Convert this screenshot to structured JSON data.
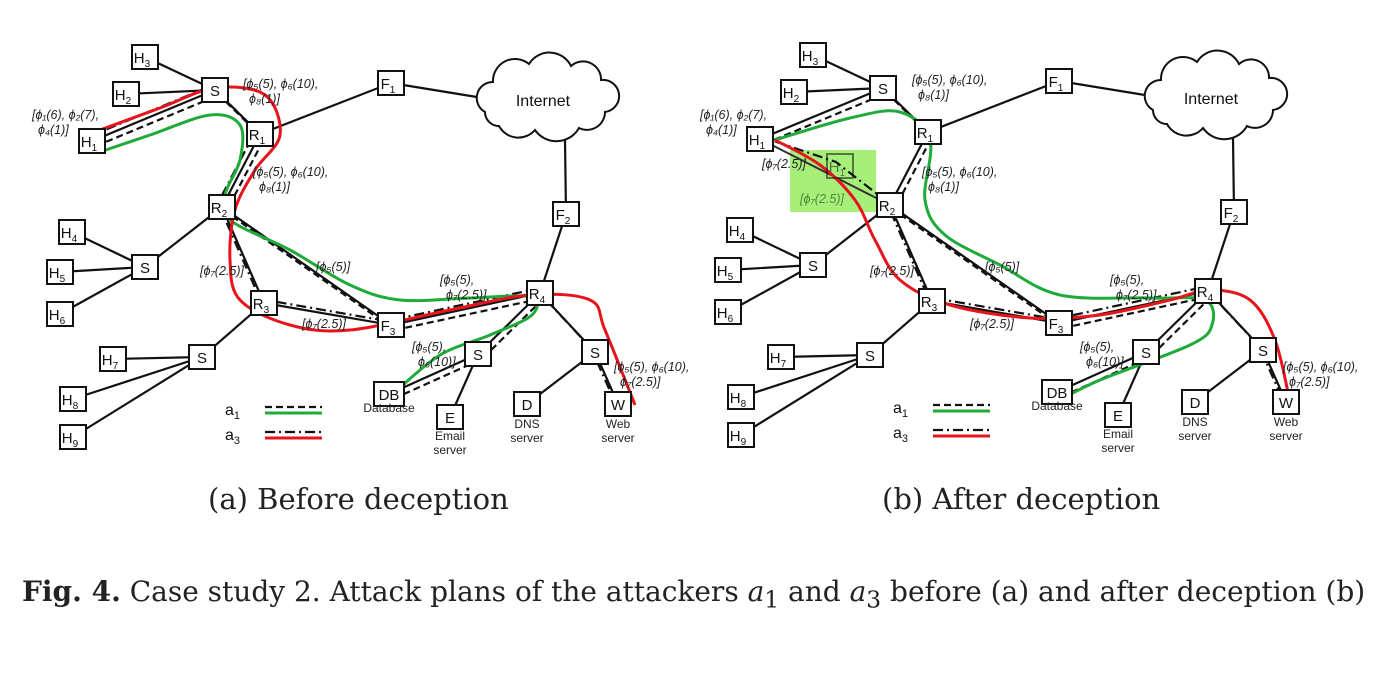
{
  "nodes": {
    "H1": [
      "H",
      "1"
    ],
    "H2": [
      "H",
      "2"
    ],
    "H3": [
      "H",
      "3"
    ],
    "H4": [
      "H",
      "4"
    ],
    "H5": [
      "H",
      "5"
    ],
    "H6": [
      "H",
      "6"
    ],
    "H7": [
      "H",
      "7"
    ],
    "H8": [
      "H",
      "8"
    ],
    "H9": [
      "H",
      "9"
    ],
    "S1": [
      "S",
      ""
    ],
    "S2": [
      "S",
      ""
    ],
    "S3": [
      "S",
      ""
    ],
    "S4": [
      "S",
      ""
    ],
    "S5": [
      "S",
      ""
    ],
    "R1": [
      "R",
      "1"
    ],
    "R2": [
      "R",
      "2"
    ],
    "R3": [
      "R",
      "3"
    ],
    "R4": [
      "R",
      "4"
    ],
    "F1": [
      "F",
      "1"
    ],
    "F2": [
      "F",
      "2"
    ],
    "F3": [
      "F",
      "3"
    ],
    "DB": [
      "DB",
      ""
    ],
    "E": [
      "E",
      ""
    ],
    "D": [
      "D",
      ""
    ],
    "W": [
      "W",
      ""
    ]
  },
  "cloud_label": "Internet",
  "server_labels": {
    "DB": [
      "Database"
    ],
    "E": [
      "Email",
      "server"
    ],
    "D": [
      "DNS",
      "server"
    ],
    "W": [
      "Web",
      "server"
    ]
  },
  "legend": {
    "a1": [
      "a",
      "1"
    ],
    "a3": [
      "a",
      "3"
    ]
  },
  "colors": {
    "a1_path": "#1faa3a",
    "a3_path": "#e8141c",
    "decoy_highlight": "#a6f07a"
  },
  "panels": [
    {
      "caption": "(a) Before deception",
      "annotations": [
        [
          "[ϕ₁(6), ϕ₂(7),",
          "ϕ₄(1)]"
        ],
        [
          "[ϕ₅(5), ϕ₆(10),",
          "ϕ₈(1)]"
        ],
        [
          "[ϕ₅(5), ϕ₆(10),",
          "ϕ₈(1)]"
        ],
        [
          "[ϕ₇(2.5)]"
        ],
        [
          "[ϕ₅(5)]"
        ],
        [
          "[ϕ₅(5),",
          "ϕ₇(2.5)]"
        ],
        [
          "[ϕ₇(2.5)]"
        ],
        [
          "[ϕ₅(5),",
          "ϕ₆(10)]"
        ],
        [
          "[ϕ₅(5), ϕ₆(10),",
          "ϕ₇(2.5)]"
        ]
      ]
    },
    {
      "caption": "(b) After deception",
      "decoy_node": [
        "H",
        "1"
      ],
      "annotations": [
        [
          "[ϕ₁(6), ϕ₂(7),",
          "ϕ₄(1)]"
        ],
        [
          "[ϕ₅(5), ϕ₆(10),",
          "ϕ₈(1)]"
        ],
        [
          "[ϕ₅(5), ϕ₆(10),",
          "ϕ₈(1)]"
        ],
        [
          "[ϕ₇(2.5)]"
        ],
        [
          "[ϕ₅(5)]"
        ],
        [
          "[ϕ₅(5),",
          "ϕ₇(2.5)]"
        ],
        [
          "[ϕ₇(2.5)]"
        ],
        [
          "[ϕ₅(5),",
          "ϕ₆(10)]"
        ],
        [
          "[ϕ₅(5), ϕ₆(10),",
          "ϕ₇(2.5)]"
        ],
        [
          "[ϕ₇(2.5)]"
        ],
        [
          "[ϕ₇(2.5)]"
        ]
      ]
    }
  ],
  "caption": {
    "label": "Fig. 4.",
    "text_1": " Case study 2. Attack plans of the attackers ",
    "a1": "a",
    "a1_sub": "1",
    "and": " and ",
    "a3": "a",
    "a3_sub": "3",
    "text_2": " before (a) and after deception (b)"
  }
}
